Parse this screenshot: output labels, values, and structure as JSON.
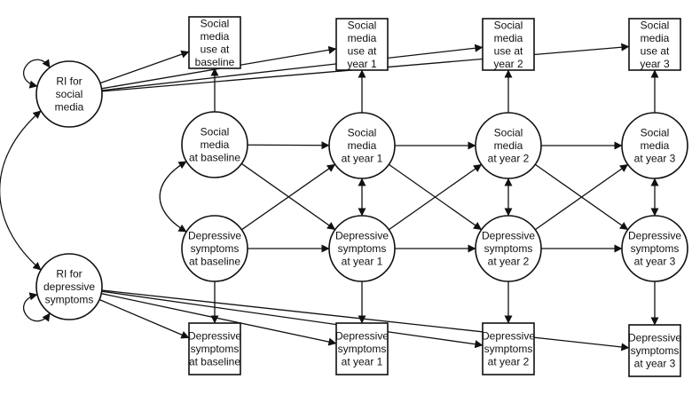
{
  "colors": {
    "stroke": "#111111",
    "fill": "#ffffff"
  },
  "nodes": {
    "ri_social": {
      "shape": "circle",
      "lines": [
        "RI for",
        "social",
        "media"
      ]
    },
    "ri_dep": {
      "shape": "circle",
      "lines": [
        "RI for",
        "depressive",
        "symptoms"
      ]
    },
    "sm_obs_base": {
      "shape": "box",
      "lines": [
        "Social",
        "media",
        "use at",
        "baseline"
      ]
    },
    "sm_obs_y1": {
      "shape": "box",
      "lines": [
        "Social",
        "media",
        "use at",
        "year 1"
      ]
    },
    "sm_obs_y2": {
      "shape": "box",
      "lines": [
        "Social",
        "media",
        "use at",
        "year 2"
      ]
    },
    "sm_obs_y3": {
      "shape": "box",
      "lines": [
        "Social",
        "media",
        "use at",
        "year 3"
      ]
    },
    "sm_lat_base": {
      "shape": "circle",
      "lines": [
        "Social",
        "media",
        "at baseline"
      ]
    },
    "sm_lat_y1": {
      "shape": "circle",
      "lines": [
        "Social",
        "media",
        "at year 1"
      ]
    },
    "sm_lat_y2": {
      "shape": "circle",
      "lines": [
        "Social",
        "media",
        "at year 2"
      ]
    },
    "sm_lat_y3": {
      "shape": "circle",
      "lines": [
        "Social",
        "media",
        "at year 3"
      ]
    },
    "dep_lat_base": {
      "shape": "circle",
      "lines": [
        "Depressive",
        "symptoms",
        "at baseline"
      ]
    },
    "dep_lat_y1": {
      "shape": "circle",
      "lines": [
        "Depressive",
        "symptoms",
        "at year 1"
      ]
    },
    "dep_lat_y2": {
      "shape": "circle",
      "lines": [
        "Depressive",
        "symptoms",
        "at year 2"
      ]
    },
    "dep_lat_y3": {
      "shape": "circle",
      "lines": [
        "Depressive",
        "symptoms",
        "at year 3"
      ]
    },
    "dep_obs_base": {
      "shape": "box",
      "lines": [
        "Depressive",
        "symptoms",
        "at baseline"
      ]
    },
    "dep_obs_y1": {
      "shape": "box",
      "lines": [
        "Depressive",
        "symptoms",
        "at year 1"
      ]
    },
    "dep_obs_y2": {
      "shape": "box",
      "lines": [
        "Depressive",
        "symptoms",
        "at year 2"
      ]
    },
    "dep_obs_y3": {
      "shape": "box",
      "lines": [
        "Depressive",
        "symptoms",
        "at year 3"
      ]
    }
  },
  "edges": [
    {
      "from": "ri_social",
      "to": "sm_obs_base",
      "type": "directed"
    },
    {
      "from": "ri_social",
      "to": "sm_obs_y1",
      "type": "directed"
    },
    {
      "from": "ri_social",
      "to": "sm_obs_y2",
      "type": "directed"
    },
    {
      "from": "ri_social",
      "to": "sm_obs_y3",
      "type": "directed"
    },
    {
      "from": "ri_dep",
      "to": "dep_obs_base",
      "type": "directed"
    },
    {
      "from": "ri_dep",
      "to": "dep_obs_y1",
      "type": "directed"
    },
    {
      "from": "ri_dep",
      "to": "dep_obs_y2",
      "type": "directed"
    },
    {
      "from": "ri_dep",
      "to": "dep_obs_y3",
      "type": "directed"
    },
    {
      "from": "sm_lat_base",
      "to": "sm_obs_base",
      "type": "directed"
    },
    {
      "from": "sm_lat_y1",
      "to": "sm_obs_y1",
      "type": "directed"
    },
    {
      "from": "sm_lat_y2",
      "to": "sm_obs_y2",
      "type": "directed"
    },
    {
      "from": "sm_lat_y3",
      "to": "sm_obs_y3",
      "type": "directed"
    },
    {
      "from": "dep_lat_base",
      "to": "dep_obs_base",
      "type": "directed"
    },
    {
      "from": "dep_lat_y1",
      "to": "dep_obs_y1",
      "type": "directed"
    },
    {
      "from": "dep_lat_y2",
      "to": "dep_obs_y2",
      "type": "directed"
    },
    {
      "from": "dep_lat_y3",
      "to": "dep_obs_y3",
      "type": "directed"
    },
    {
      "from": "sm_lat_base",
      "to": "sm_lat_y1",
      "type": "directed"
    },
    {
      "from": "sm_lat_y1",
      "to": "sm_lat_y2",
      "type": "directed"
    },
    {
      "from": "sm_lat_y2",
      "to": "sm_lat_y3",
      "type": "directed"
    },
    {
      "from": "dep_lat_base",
      "to": "dep_lat_y1",
      "type": "directed"
    },
    {
      "from": "dep_lat_y1",
      "to": "dep_lat_y2",
      "type": "directed"
    },
    {
      "from": "dep_lat_y2",
      "to": "dep_lat_y3",
      "type": "directed"
    },
    {
      "from": "sm_lat_base",
      "to": "dep_lat_y1",
      "type": "directed"
    },
    {
      "from": "sm_lat_y1",
      "to": "dep_lat_y2",
      "type": "directed"
    },
    {
      "from": "sm_lat_y2",
      "to": "dep_lat_y3",
      "type": "directed"
    },
    {
      "from": "dep_lat_base",
      "to": "sm_lat_y1",
      "type": "directed"
    },
    {
      "from": "dep_lat_y1",
      "to": "sm_lat_y2",
      "type": "directed"
    },
    {
      "from": "dep_lat_y2",
      "to": "sm_lat_y3",
      "type": "directed"
    },
    {
      "from": "sm_lat_y1",
      "to": "dep_lat_y1",
      "type": "covariance"
    },
    {
      "from": "sm_lat_y2",
      "to": "dep_lat_y2",
      "type": "covariance"
    },
    {
      "from": "sm_lat_y3",
      "to": "dep_lat_y3",
      "type": "covariance"
    },
    {
      "from": "sm_lat_base",
      "to": "dep_lat_base",
      "type": "covariance"
    },
    {
      "from": "ri_social",
      "to": "ri_dep",
      "type": "covariance"
    },
    {
      "from": "ri_social",
      "to": "ri_social",
      "type": "variance"
    },
    {
      "from": "ri_dep",
      "to": "ri_dep",
      "type": "variance"
    }
  ]
}
